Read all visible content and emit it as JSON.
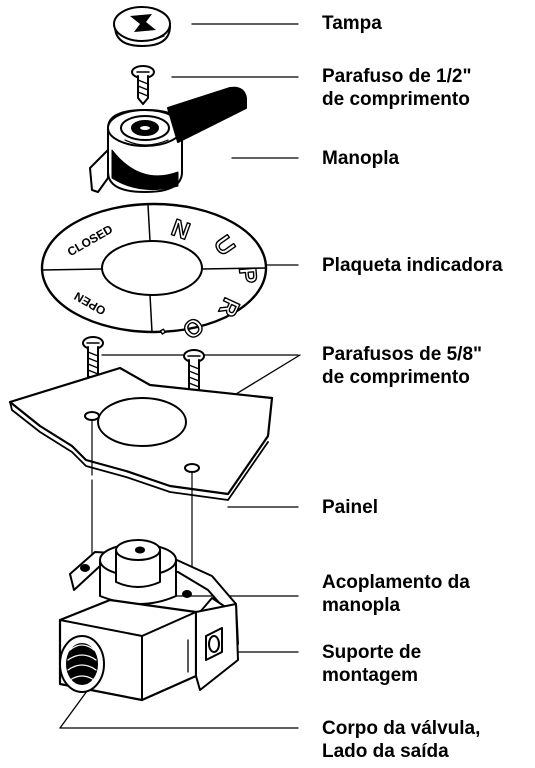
{
  "labels": {
    "tampa": {
      "line1": "Tampa"
    },
    "parafuso_half": {
      "line1": "Parafuso de 1/2\"",
      "line2": "de comprimento"
    },
    "manopla": {
      "line1": "Manopla"
    },
    "plaqueta": {
      "line1": "Plaqueta indicadora"
    },
    "parafusos_5_8": {
      "line1": "Parafusos de 5/8\"",
      "line2": "de comprimento"
    },
    "painel": {
      "line1": "Painel"
    },
    "acoplamento": {
      "line1": "Acoplamento da",
      "line2": "manopla"
    },
    "suporte": {
      "line1": "Suporte de",
      "line2": "montagem"
    },
    "corpo": {
      "line1": "Corpo da válvula,",
      "line2": "Lado da saída"
    }
  },
  "plate_text": {
    "closed": "CLOSED",
    "open": "OPEN",
    "brand": [
      "N",
      "U",
      "P",
      "R",
      "O",
      "."
    ]
  },
  "colors": {
    "ink": "#000000",
    "paper": "#ffffff"
  }
}
